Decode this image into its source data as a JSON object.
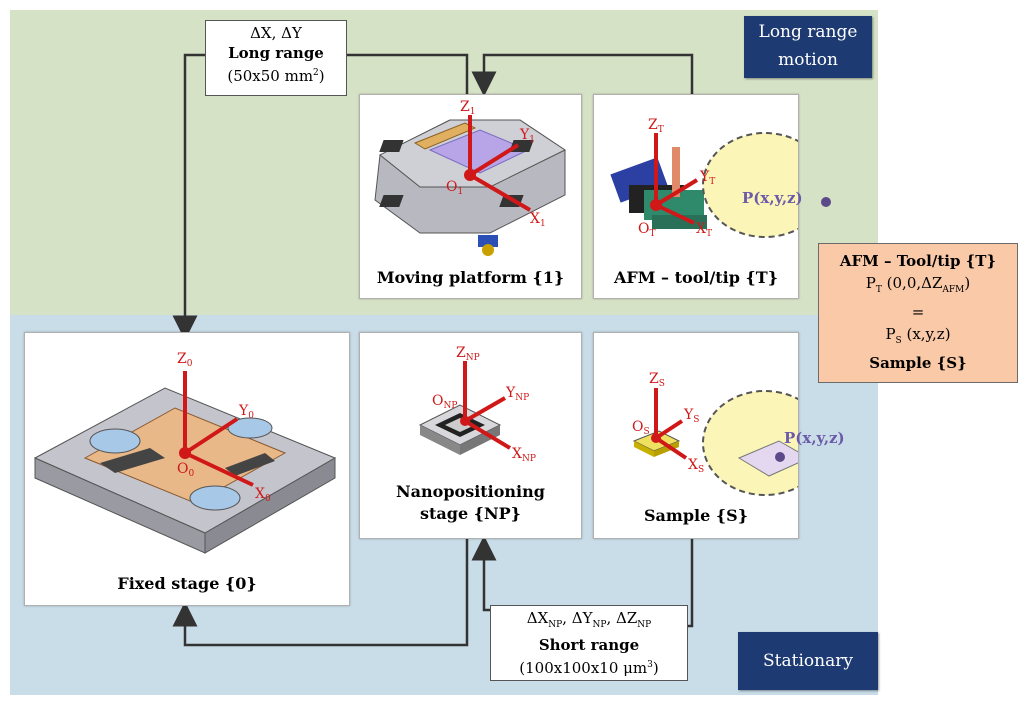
{
  "regions": {
    "long_range": {
      "label_line1": "Long range",
      "label_line2": "motion"
    },
    "stationary": {
      "label": "Stationary"
    }
  },
  "panels": {
    "moving_platform": {
      "caption": "Moving platform {1}",
      "axis_z": "Z",
      "axis_y": "Y",
      "axis_x": "X",
      "origin": "O",
      "sub": "1"
    },
    "afm_tool": {
      "caption": "AFM – tool/tip {T}",
      "axis_z": "Z",
      "axis_y": "Y",
      "axis_x": "X",
      "origin": "O",
      "sub": "T",
      "point": "P(x,y,z)"
    },
    "fixed_stage": {
      "caption": "Fixed stage {0}",
      "axis_z": "Z",
      "axis_y": "Y",
      "axis_x": "X",
      "origin": "O",
      "sub": "0"
    },
    "nanopositioning": {
      "caption_line1": "Nanopositioning",
      "caption_line2": "stage {NP}",
      "axis_z": "Z",
      "axis_y": "Y",
      "axis_x": "X",
      "origin": "O",
      "sub": "NP"
    },
    "sample": {
      "caption": "Sample {S}",
      "axis_z": "Z",
      "axis_y": "Y",
      "axis_x": "X",
      "origin": "O",
      "sub": "S",
      "point": "P(x,y,z)"
    }
  },
  "callouts": {
    "long": {
      "line1": "ΔX, ΔY",
      "line2": "Long range",
      "line3_pre": "(50x50 mm",
      "line3_sup": "2",
      "line3_post": ")"
    },
    "short": {
      "dx": "ΔX",
      "dy": "ΔY",
      "dz": "ΔZ",
      "sub": "NP",
      "line2": "Short range",
      "line3_pre": "(100x100x10 μm",
      "line3_sup": "3",
      "line3_post": ")"
    }
  },
  "afm_box": {
    "title": "AFM – Tool/tip {T}",
    "pt_pre": "P",
    "pt_sub": "T",
    "pt_mid": " (0,0,ΔZ",
    "pt_sub2": "AFM",
    "pt_post": ")",
    "equals": "=",
    "ps_pre": "P",
    "ps_sub": "S",
    "ps_post": " (x,y,z)",
    "footer": "Sample {S}"
  },
  "colors": {
    "axis": "#d01818",
    "long_region": "#d6e2c6",
    "stationary_region": "#c9dde9",
    "label_bg": "#1d3a72",
    "afm_box": "#f9c9a8",
    "bubble": "#fbf6b8"
  }
}
